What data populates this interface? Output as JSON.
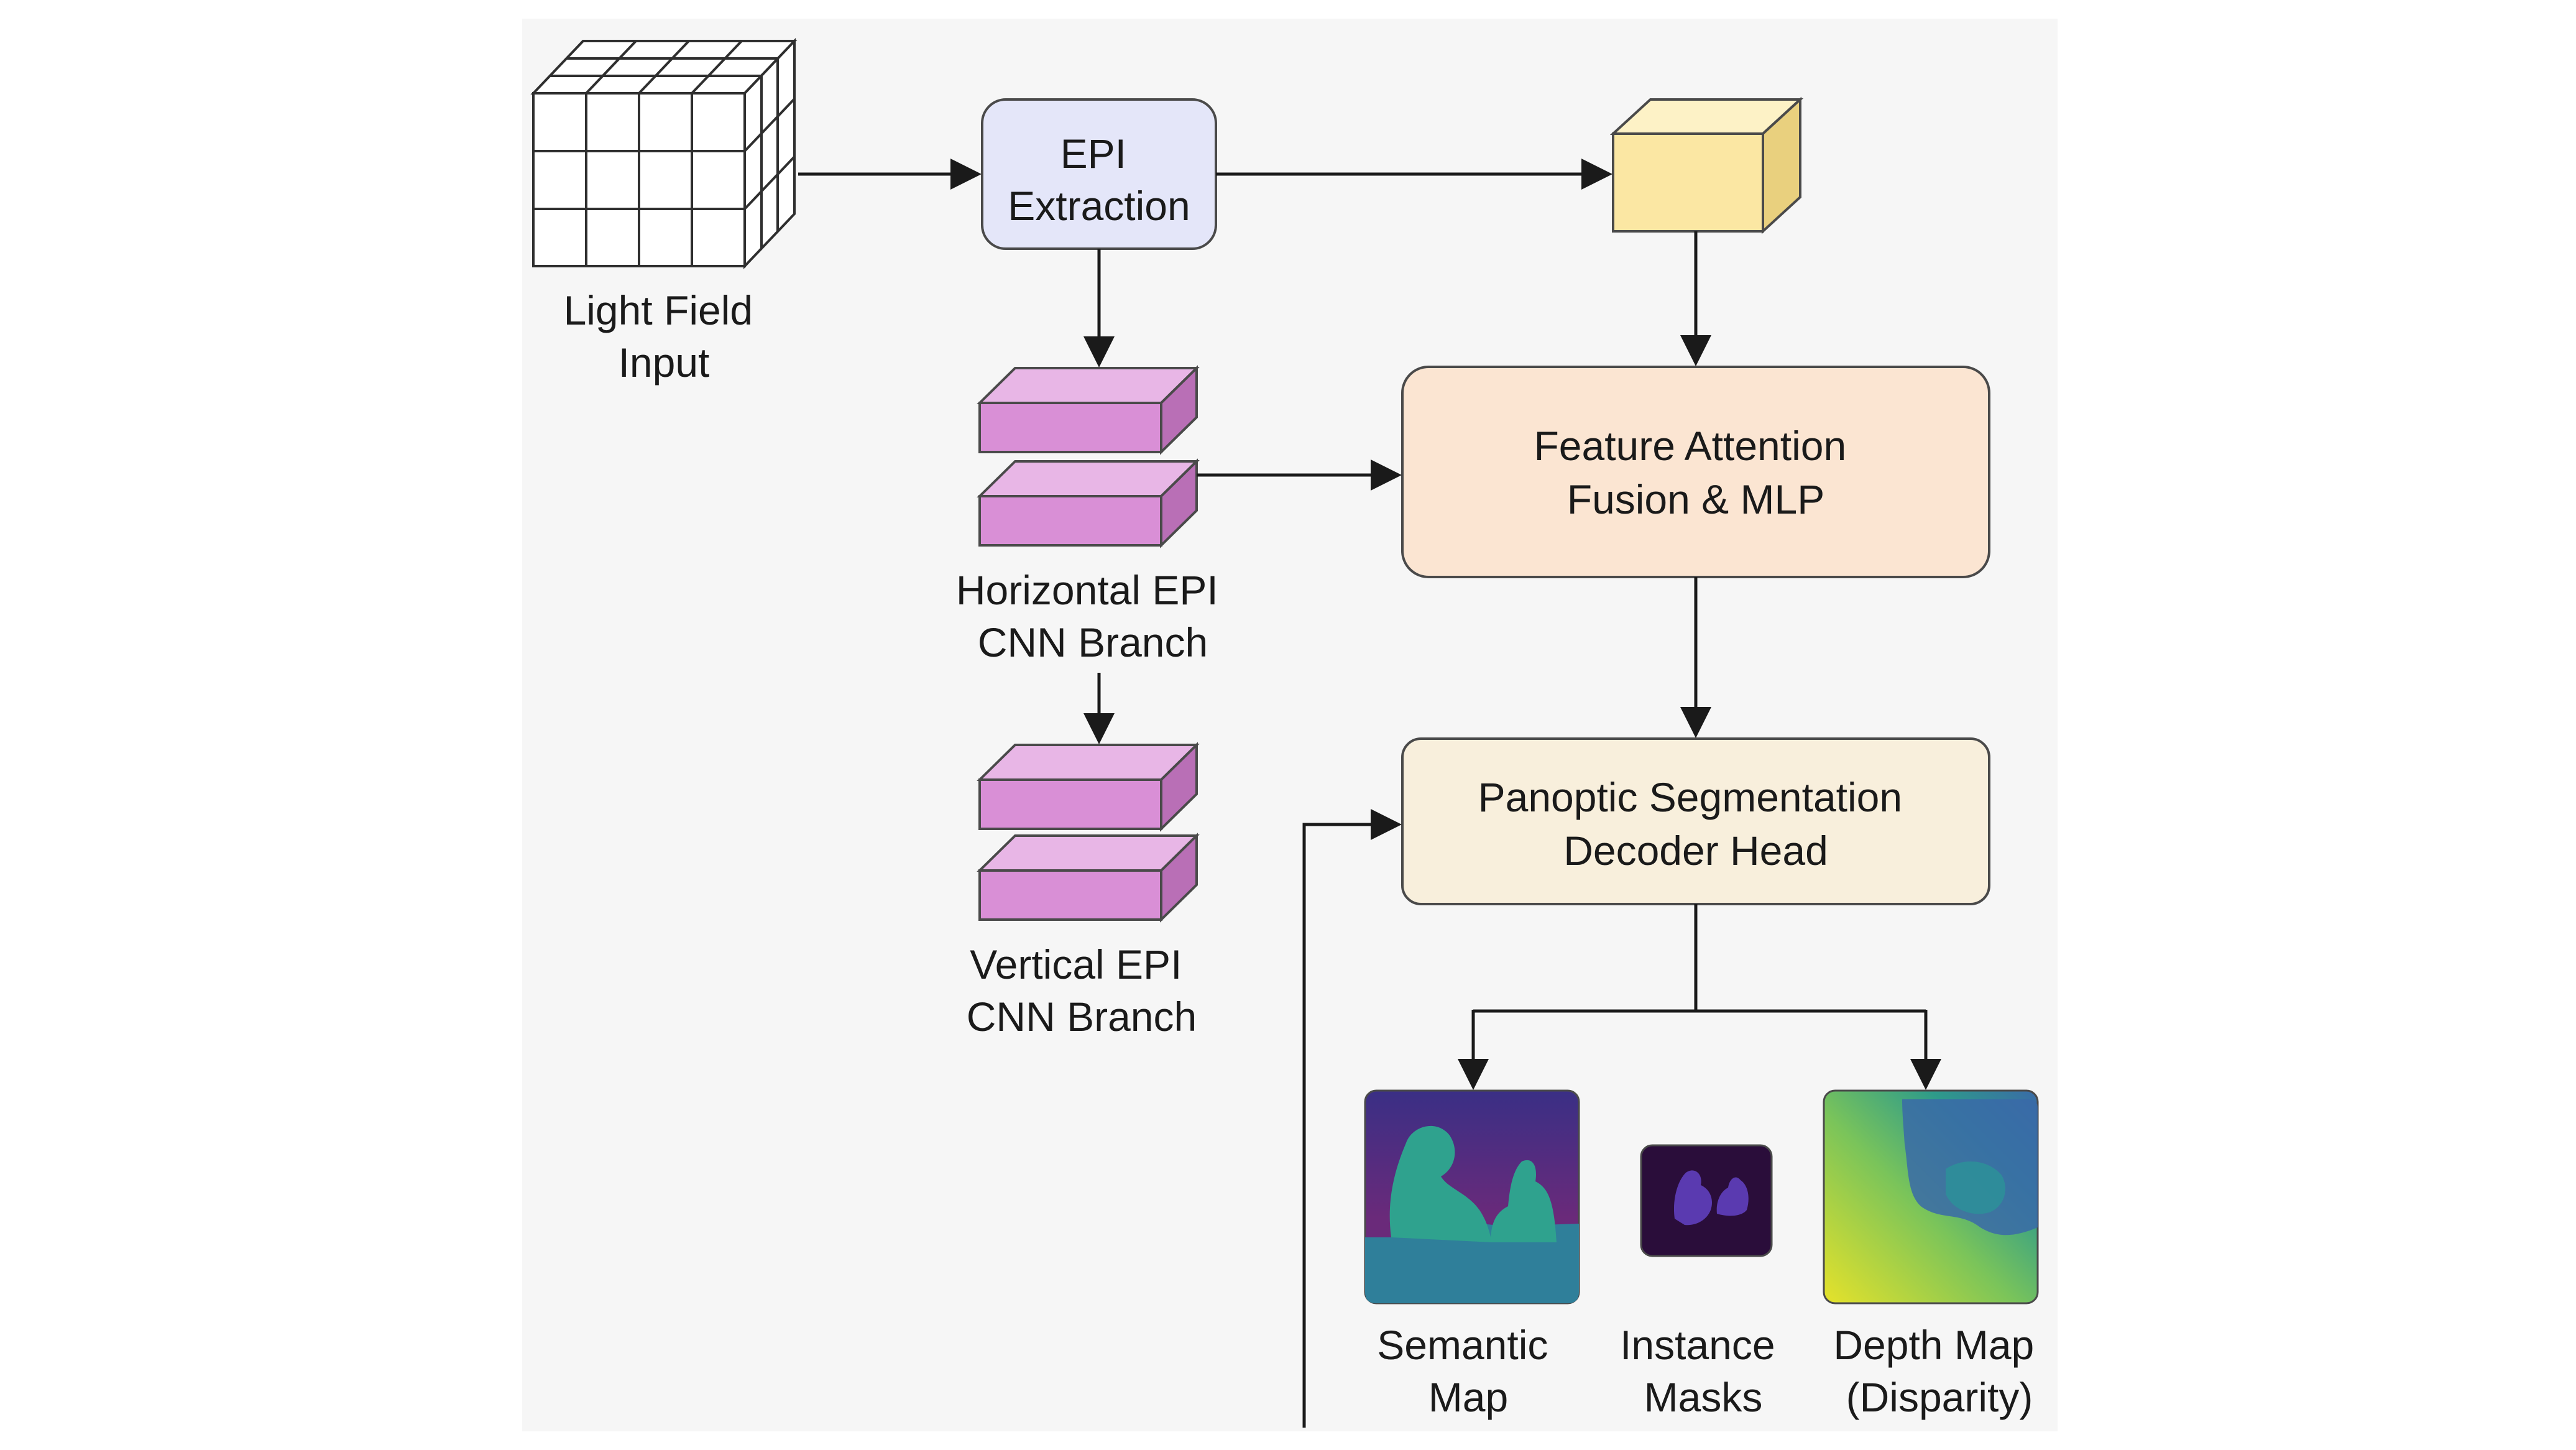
{
  "nodes": {
    "light_field_input": {
      "lines": [
        "Light Field",
        "Input"
      ]
    },
    "epi_extraction": {
      "lines": [
        "EPI",
        "Extraction"
      ],
      "fill": "#e4e6f9",
      "stroke": "#4a4a4a"
    },
    "feature_attention": {
      "lines": [
        "Feature Attention",
        "Fusion & MLP"
      ],
      "fill": "#fbe5d2",
      "stroke": "#4a4a4a"
    },
    "panoptic_decoder": {
      "lines": [
        "Panoptic Segmentation",
        "Decoder Head"
      ],
      "fill": "#f8efdc",
      "stroke": "#4a4a4a"
    },
    "horizontal_branch": {
      "lines": [
        "Horizontal EPI",
        "CNN Branch"
      ]
    },
    "vertical_branch": {
      "lines": [
        "Vertical EPI",
        "CNN Branch"
      ]
    },
    "semantic_map": {
      "lines": [
        "Semantic",
        "Map"
      ]
    },
    "instance_masks": {
      "lines": [
        "Instance",
        "Masks"
      ]
    },
    "depth_map": {
      "lines": [
        "Depth Map",
        "(Disparity)"
      ]
    }
  },
  "colors": {
    "panel_bg": "#f6f6f6",
    "cnn_block_front": "#d98fd6",
    "cnn_block_top": "#e8b6e6",
    "cnn_block_side": "#b96fb6",
    "feature_cube_front": "#fbe7a3",
    "feature_cube_top": "#fdf2c6",
    "feature_cube_side": "#e9d07e",
    "arrow": "#1a1a1a",
    "grid_cube": "#2f2f2f"
  }
}
